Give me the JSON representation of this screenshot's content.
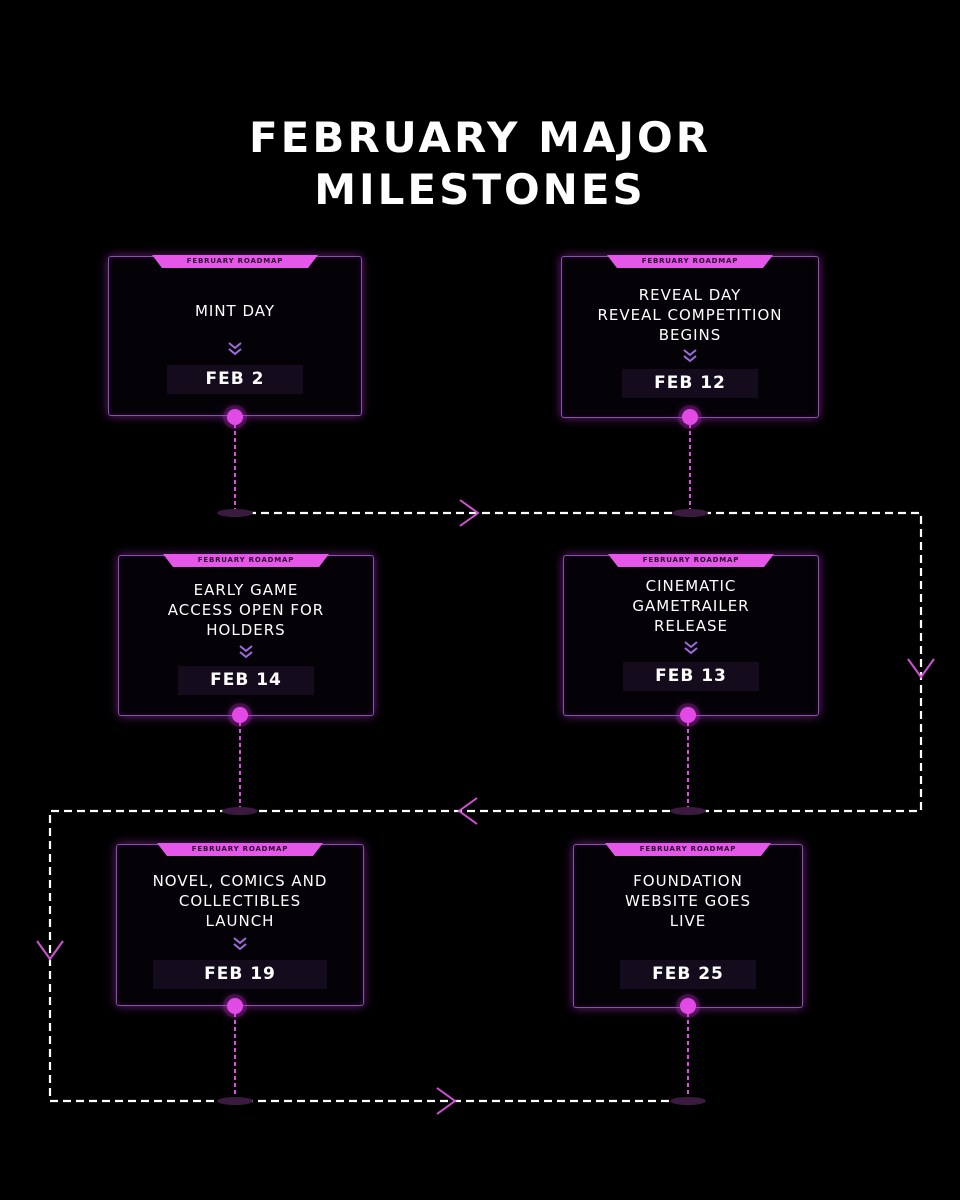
{
  "title_lines": [
    "February Major",
    "Milestones"
  ],
  "accent_color": "#e457e8",
  "milestones": [
    {
      "tag": "February Roadmap",
      "title": "MINT DAY",
      "date": "FEB 2"
    },
    {
      "tag": "February Roadmap",
      "title": "REVEAL DAY\nREVEAL COMPETITION\nBEGINS",
      "date": "FEB 12"
    },
    {
      "tag": "February Roadmap",
      "title": "EARLY GAME\nACCESS OPEN FOR\nHOLDERS",
      "date": "FEB 14"
    },
    {
      "tag": "February Roadmap",
      "title": "CINEMATIC\nGAMETRAILER\nRELEASE",
      "date": "FEB 13"
    },
    {
      "tag": "February Roadmap",
      "title": "NOVEL, COMICS AND\nCOLLECTIBLES\nLAUNCH",
      "date": "FEB 19"
    },
    {
      "tag": "February Roadmap",
      "title": "FOUNDATION\nWEBSITE GOES\nLIVE",
      "date": "FEB 25"
    }
  ]
}
